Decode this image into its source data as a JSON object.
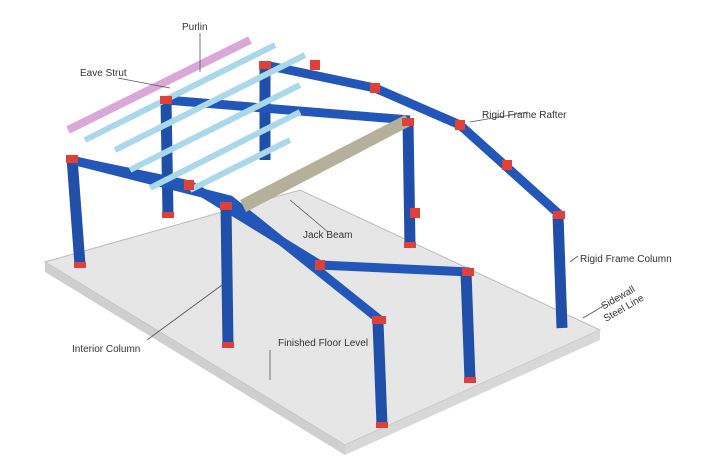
{
  "labels": {
    "purlin": "Purlin",
    "eave_strut": "Eave Strut",
    "rigid_frame_rafter": "Rigid Frame Rafter",
    "jack_beam": "Jack Beam",
    "rigid_frame_column": "Rigid Frame Column",
    "sidewall_steel_line_1": "Sidewall",
    "sidewall_steel_line_2": "Steel Line",
    "interior_column": "Interior Column",
    "finished_floor_level": "Finished Floor Level"
  },
  "colors": {
    "frame": "#1f4fa8",
    "purlin": "#a9d8ea",
    "eave_strut": "#d9a8d6",
    "connection_plate": "#e0403a",
    "jack_beam": "#b5b09a",
    "slab": "#e4e4e4"
  }
}
